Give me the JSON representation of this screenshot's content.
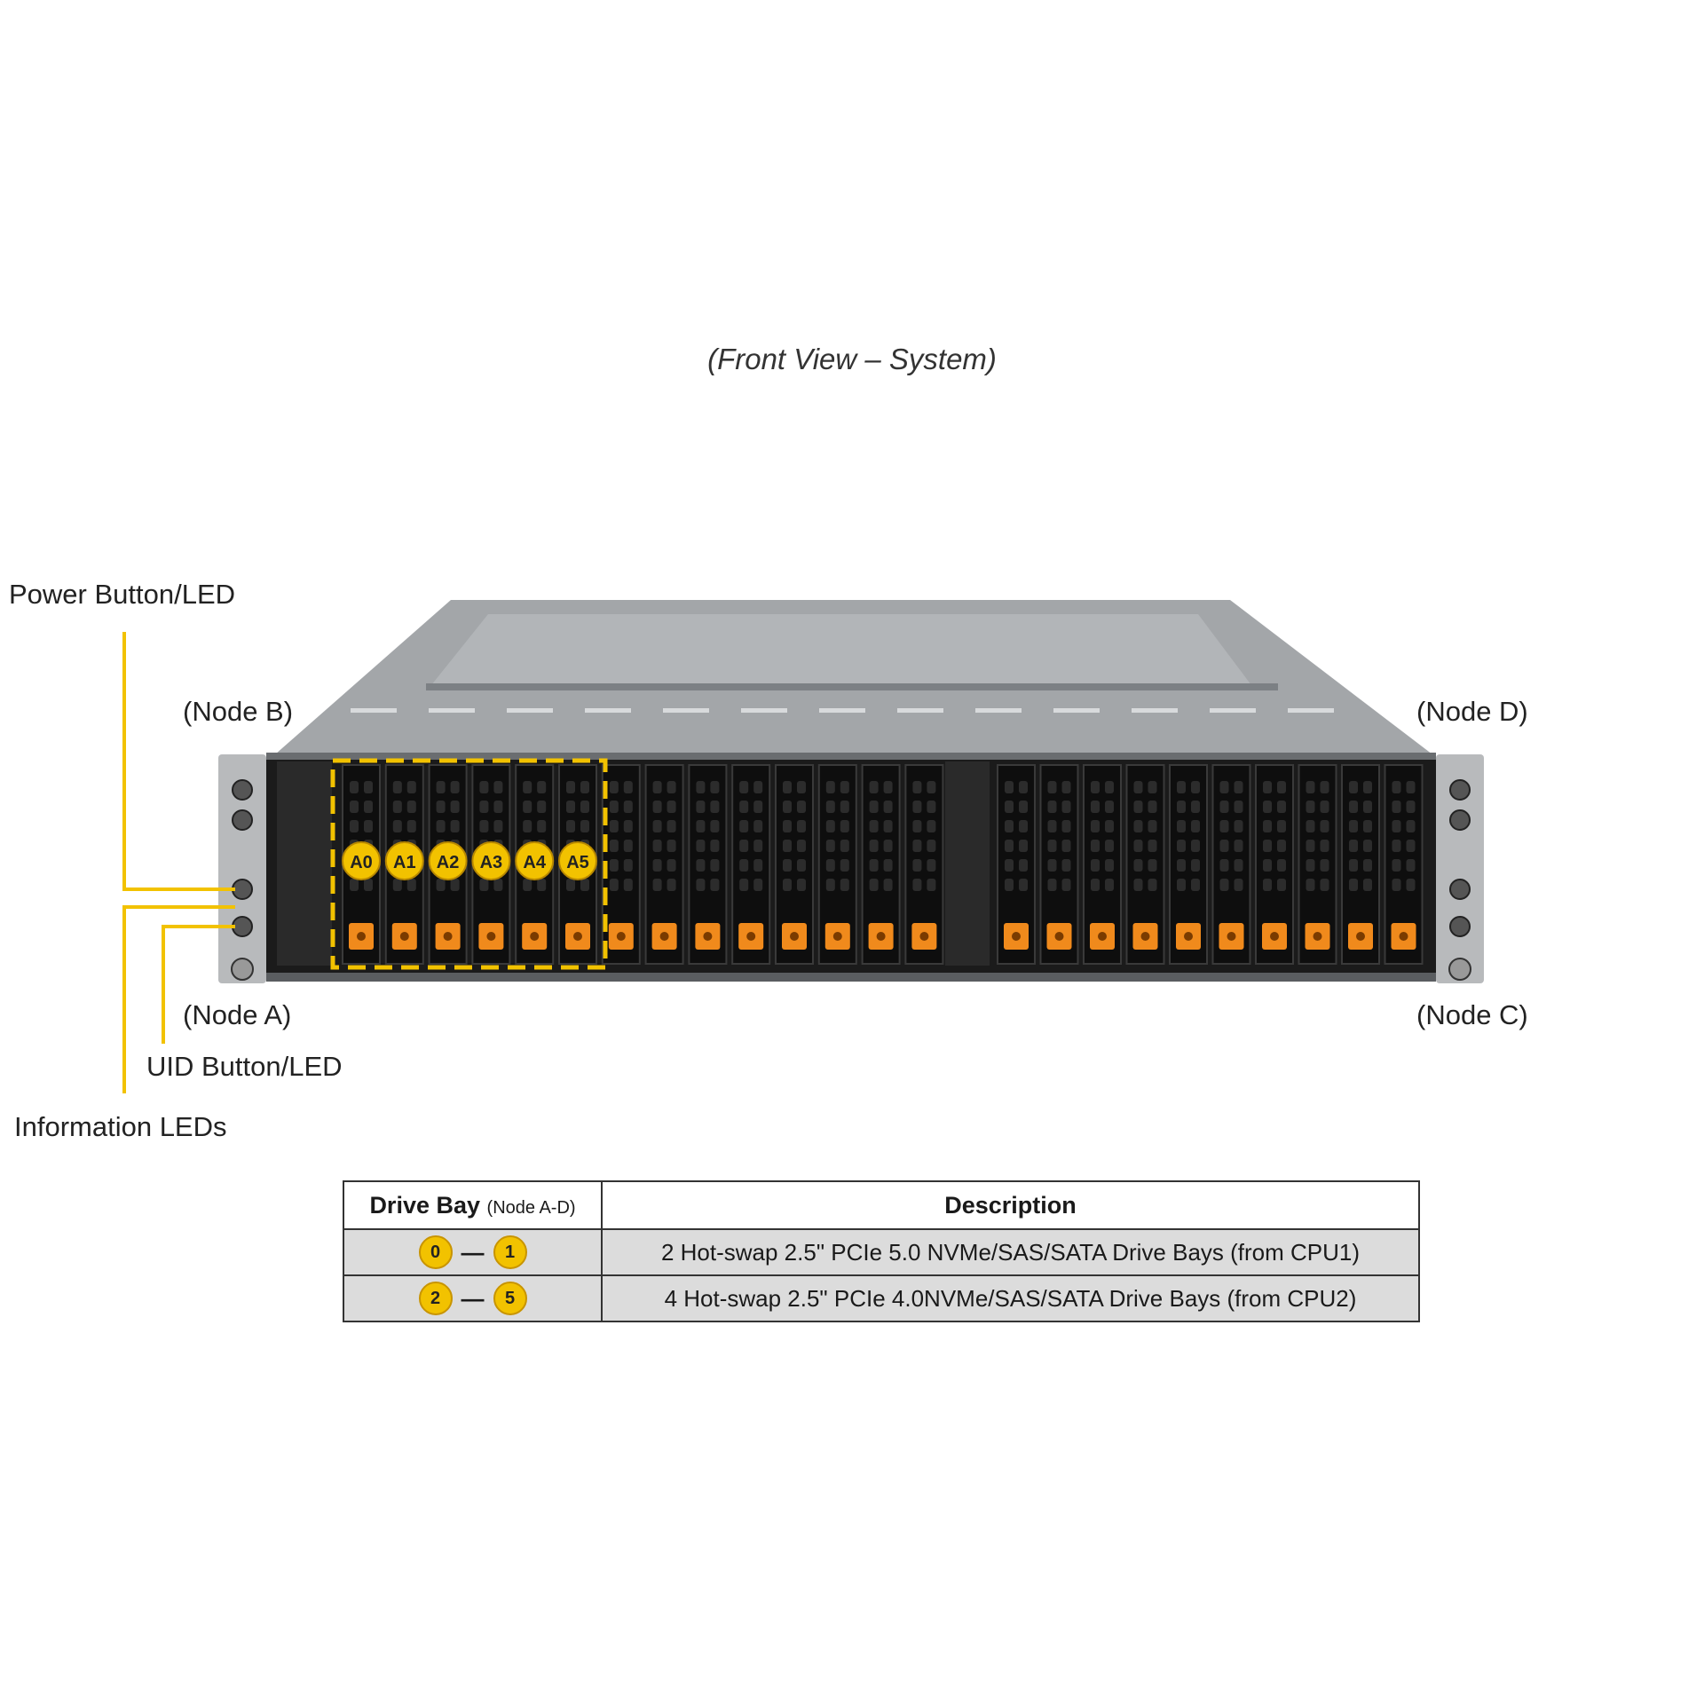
{
  "caption": "(Front View – System)",
  "callouts": {
    "power": "Power Button/LED",
    "uid": "UID Button/LED",
    "info": "Information LEDs",
    "node_a": "(Node A)",
    "node_b": "(Node B)",
    "node_c": "(Node C)",
    "node_d": "(Node D)"
  },
  "bay_labels": [
    "A0",
    "A1",
    "A2",
    "A3",
    "A4",
    "A5"
  ],
  "table": {
    "header_bay": "Drive Bay",
    "header_bay_sub": "(Node A-D)",
    "header_desc": "Description",
    "rows": [
      {
        "from": "0",
        "to": "1",
        "desc": "2 Hot-swap 2.5\" PCIe 5.0 NVMe/SAS/SATA Drive Bays (from CPU1)"
      },
      {
        "from": "2",
        "to": "5",
        "desc": "4 Hot-swap 2.5\" PCIe 4.0NVMe/SAS/SATA Drive Bays (from CPU2)"
      }
    ]
  },
  "colors": {
    "highlight": "#f2c200",
    "release_tab": "#f08a1c",
    "chassis_top": "#9a9da0",
    "bay_dark": "#111111"
  }
}
